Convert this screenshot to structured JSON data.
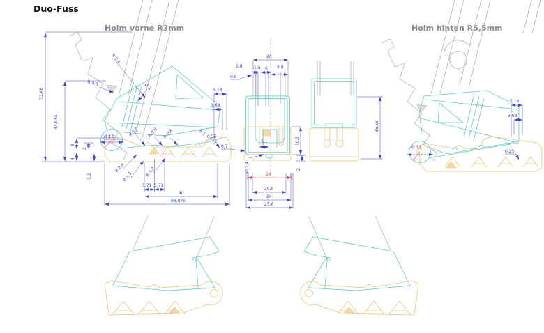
{
  "title": "Duo-Fuss",
  "labels": {
    "front": "Holm vorne R3mm",
    "rear": "Holm hinten R5,5mm"
  },
  "colors": {
    "part_clamp": "#5fc7c3",
    "part_foot": "#eec27c",
    "ghost_lines": "#b3b3b3",
    "dimension_blue": "#4545c6",
    "dimension_red": "#c84848",
    "centerline_pink": "#eaaabf"
  },
  "dims_left": [
    "72,48",
    "44,843",
    "8",
    "2",
    "4",
    "1,2",
    "Ø 12",
    "R 3,4",
    "Ø 3",
    "R 0,6",
    "5,18",
    "3,68",
    "R 1",
    "0,25",
    "R 1,6",
    "R 0,6",
    "R 0,8",
    "R 2,4",
    "R 1,2",
    "R 1,2",
    "5,71",
    "5,71",
    "40",
    "66,875"
  ],
  "dims_middle": [
    "20",
    "2,8",
    "1,5",
    "6",
    "9,8",
    "0,8",
    "0,7",
    "5,1",
    "10,5",
    "Ø 2,4",
    "2",
    "24",
    "20,8",
    "24",
    "25,6"
  ],
  "dims_third": [
    "35,53"
  ],
  "dims_right": [
    "5,18",
    "3,68",
    "0,25",
    "Ø 12"
  ]
}
